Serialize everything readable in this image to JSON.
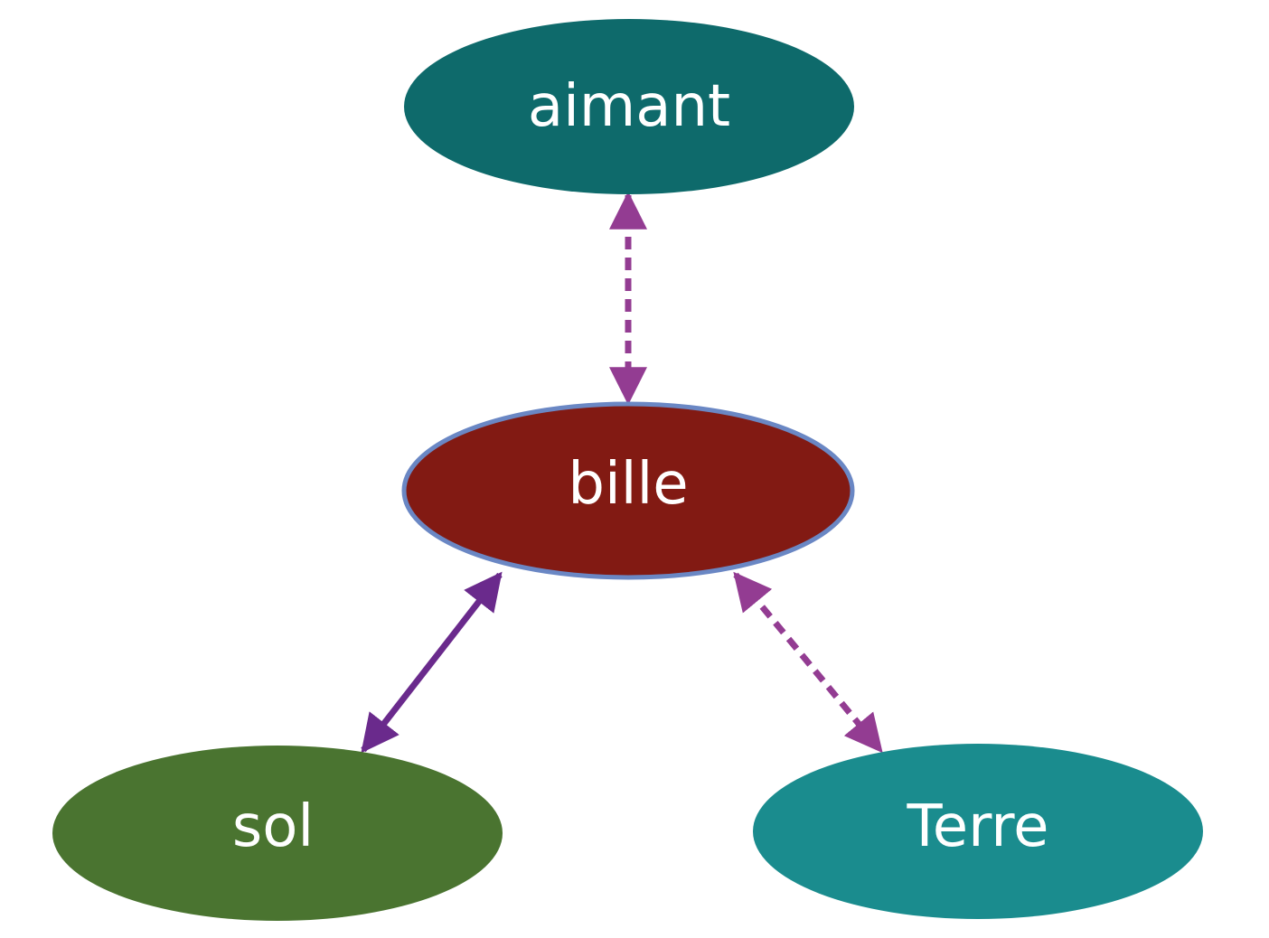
{
  "nodes": {
    "aimant": {
      "label": "aimant",
      "color": "#0e6a6b"
    },
    "bille": {
      "label": "bille",
      "color": "#821a13",
      "border_color": "#6a87c4"
    },
    "sol": {
      "label": "sol",
      "color": "#4a7430"
    },
    "terre": {
      "label": "Terre",
      "color": "#1a8c8e"
    }
  },
  "edges": [
    {
      "from": "aimant",
      "to": "bille",
      "style": "dashed",
      "direction": "both",
      "color": "#933c92"
    },
    {
      "from": "bille",
      "to": "sol",
      "style": "solid",
      "direction": "both",
      "color": "#6a2a8c"
    },
    {
      "from": "bille",
      "to": "terre",
      "style": "dashed",
      "direction": "both",
      "color": "#933c92"
    }
  ]
}
